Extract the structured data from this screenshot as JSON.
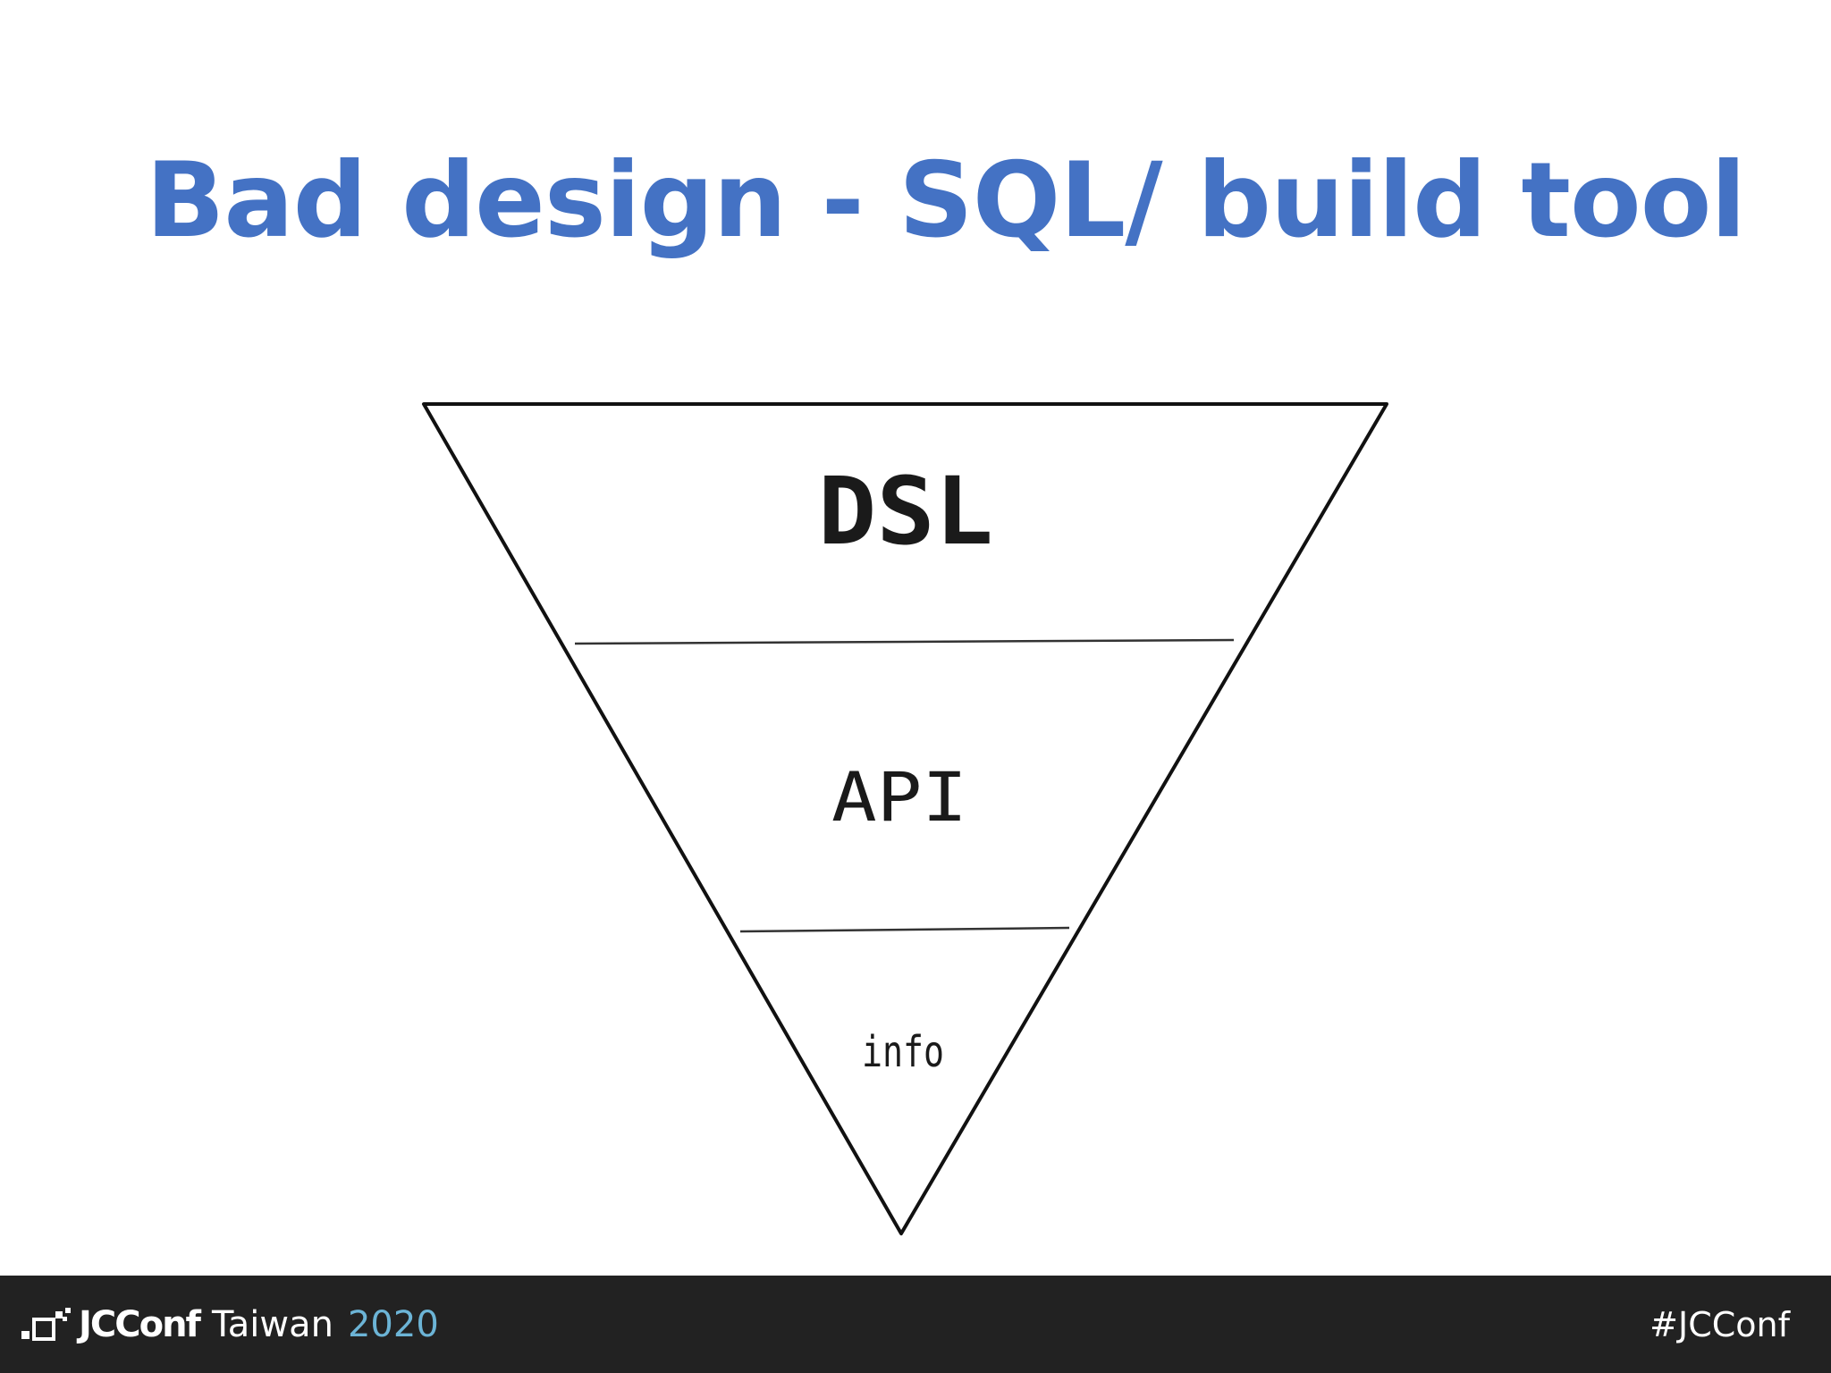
{
  "slide": {
    "title": "Bad design - SQL/ build tool"
  },
  "diagram": {
    "layers": [
      {
        "label": "DSL"
      },
      {
        "label": "API"
      },
      {
        "label": "info"
      }
    ]
  },
  "footer": {
    "brand_name": "JCConf",
    "brand_region": "Taiwan",
    "brand_year": "2020",
    "hashtag": "#JCConf",
    "logo_icon": "squares-logo-icon"
  },
  "colors": {
    "title": "#4472c4",
    "footer_bg": "#222222",
    "year": "#6cb4d6"
  }
}
